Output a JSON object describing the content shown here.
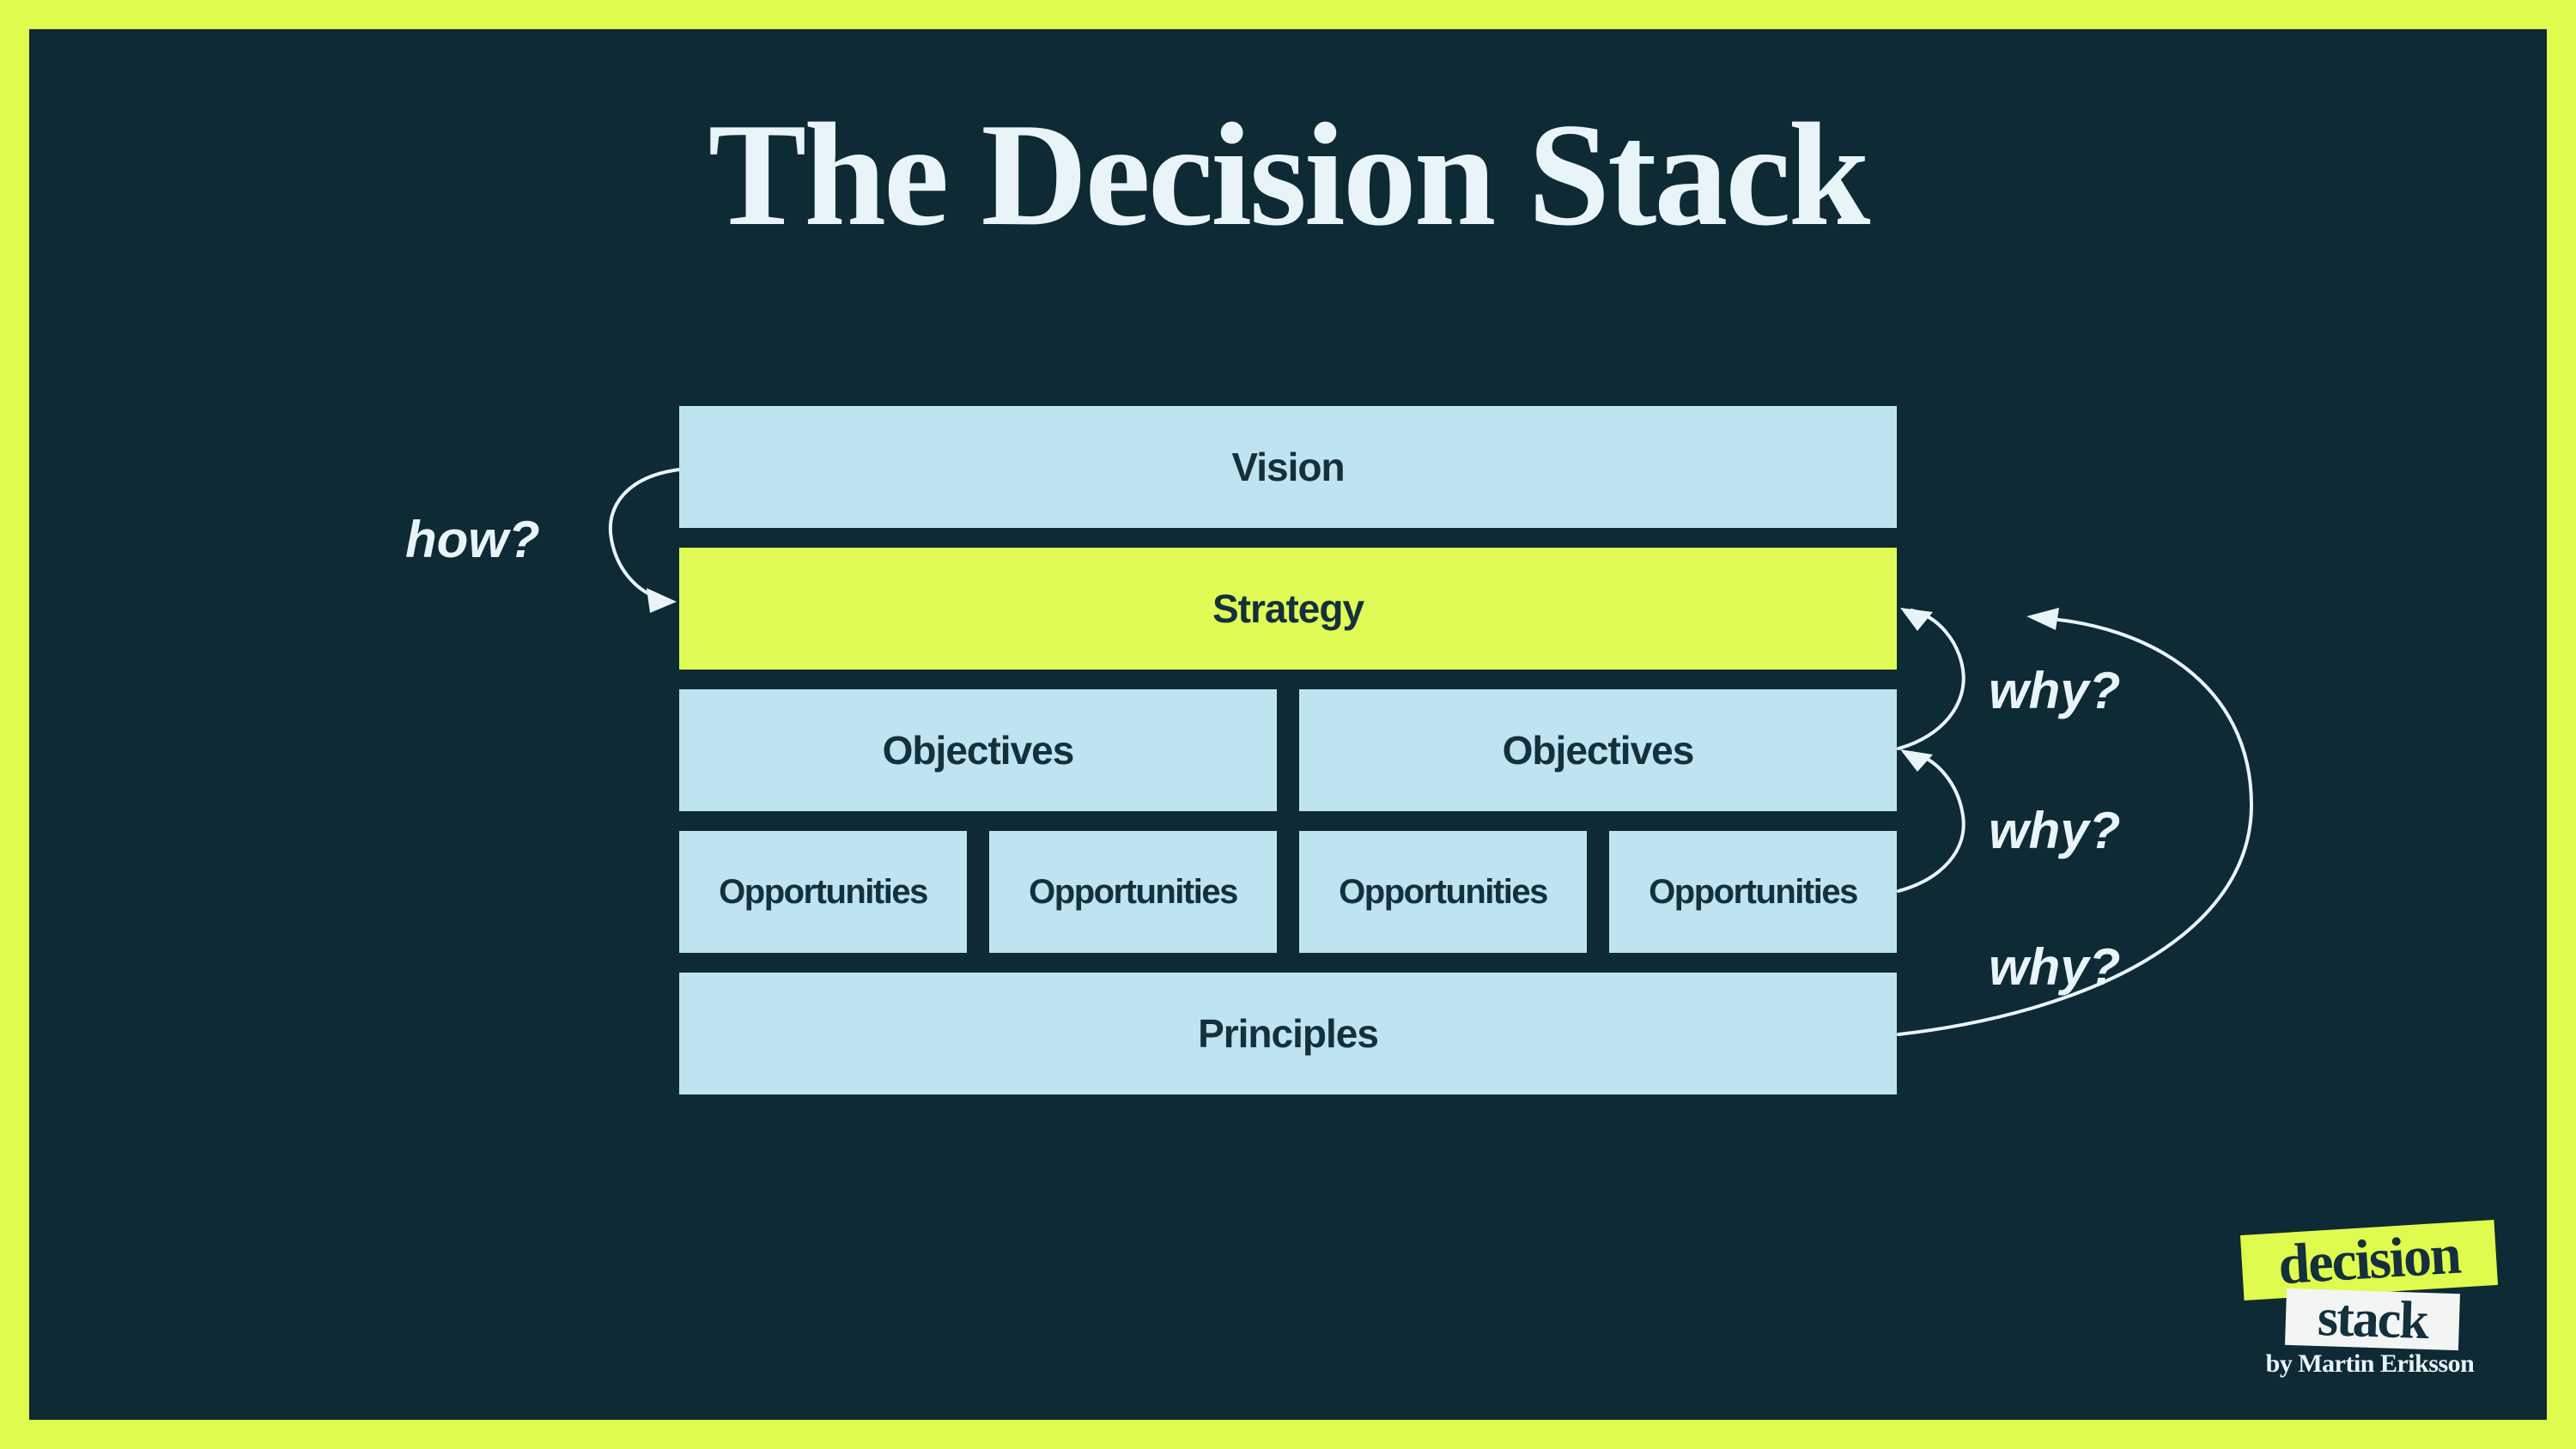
{
  "title": "The Decision Stack",
  "stack": {
    "vision": "Vision",
    "strategy": "Strategy",
    "objectives": [
      "Objectives",
      "Objectives"
    ],
    "opportunities": [
      "Opportunities",
      "Opportunities",
      "Opportunities",
      "Opportunities"
    ],
    "principles": "Principles"
  },
  "annotations": {
    "how": "how?",
    "whys": [
      "why?",
      "why?",
      "why?"
    ]
  },
  "logo": {
    "word_top": "decision",
    "word_bottom": "stack",
    "byline": "by Martin Eriksson"
  },
  "colors": {
    "background": "#0e2a34",
    "frame": "#dffb4d",
    "highlight": "#e0fb55",
    "box": "#bee4f0",
    "box-text": "#13303c",
    "light-text": "#e9f4f8",
    "logo-white": "#f2f5f4"
  }
}
